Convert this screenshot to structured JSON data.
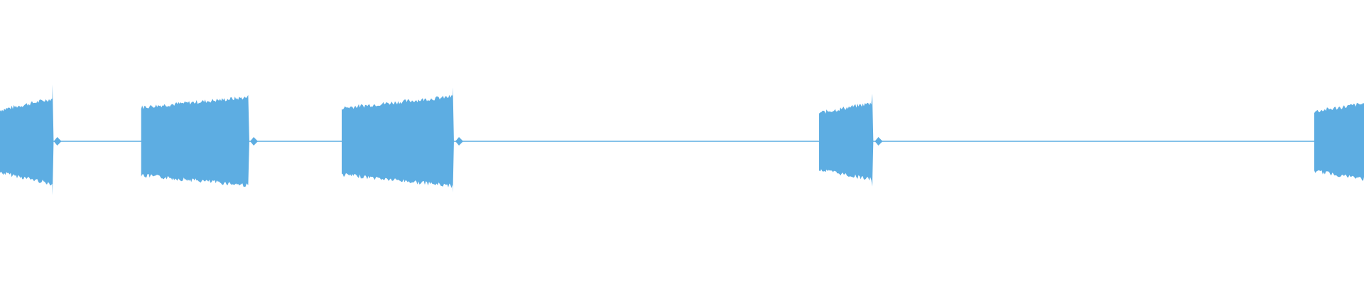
{
  "waveform": {
    "color": "#5dade2",
    "baseline_color": "#5dade2",
    "segments": [
      {
        "t_start": 0.0,
        "t_end": 0.0385,
        "amp_start": 0.44,
        "amp_end": 0.6,
        "tail_spike": 0.8
      },
      {
        "t_start": 0.1035,
        "t_end": 0.182,
        "amp_start": 0.48,
        "amp_end": 0.62,
        "tail_spike": 0.65
      },
      {
        "t_start": 0.2505,
        "t_end": 0.332,
        "amp_start": 0.47,
        "amp_end": 0.63,
        "tail_spike": 0.76
      },
      {
        "t_start": 0.6005,
        "t_end": 0.6395,
        "amp_start": 0.4,
        "amp_end": 0.54,
        "tail_spike": 0.67
      },
      {
        "t_start": 0.9635,
        "t_end": 1.0,
        "amp_start": 0.42,
        "amp_end": 0.53,
        "tail_spike": 0.53
      }
    ],
    "blips": [
      0.0425,
      0.1865,
      0.337,
      0.6445
    ]
  }
}
